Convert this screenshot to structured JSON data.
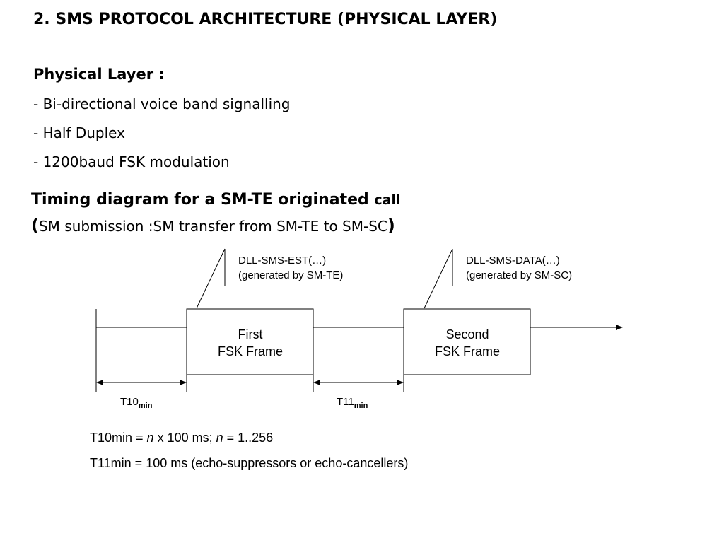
{
  "title": "2.  SMS PROTOCOL ARCHITECTURE (PHYSICAL LAYER)",
  "physical": {
    "heading": "Physical Layer :",
    "bullets": [
      "- Bi-directional voice band signalling",
      "- Half Duplex",
      "- 1200baud FSK modulation"
    ]
  },
  "diagram": {
    "heading_main": "Timing diagram for a SM-TE originated ",
    "heading_small": "call",
    "subtitle_open": "(",
    "subtitle_text": "SM submission :SM transfer from SM-TE to SM-SC",
    "subtitle_close": ")",
    "callout1": {
      "line1": "DLL-SMS-EST(…)",
      "line2": "(generated by SM-TE)"
    },
    "callout2": {
      "line1": "DLL-SMS-DATA(…)",
      "line2": "(generated by SM-SC)"
    },
    "frame1": {
      "line1": "First",
      "line2": "FSK Frame"
    },
    "frame2": {
      "line1": "Second",
      "line2": "FSK Frame"
    },
    "t10": {
      "base": "T10",
      "sub": "min"
    },
    "t11": {
      "base": "T11",
      "sub": "min"
    }
  },
  "formulas": {
    "t10_prefix": "T10min = ",
    "t10_n1": "n",
    "t10_mid": " x 100 ms; ",
    "t10_n2": "n",
    "t10_suffix": " = 1..256",
    "t11": "T11min = 100 ms (echo-suppressors or echo-cancellers)"
  }
}
